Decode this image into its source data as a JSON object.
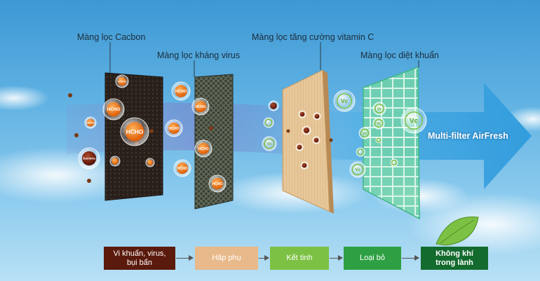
{
  "labels": {
    "carbon_filter": "Màng lọc Cacbon",
    "antivirus_filter": "Màng lọc kháng virus",
    "vitamin_filter": "Màng lọc tăng cường vitamin C",
    "antibacterial_filter": "Màng lọc diệt khuẩn"
  },
  "arrow_label": "Multi-filter AirFresh",
  "particles": {
    "hcho": "HCHO",
    "bacteria": "Bacteria",
    "vitamin": "Vc"
  },
  "flow_steps": [
    {
      "line1": "Vi khuẩn, virus,",
      "line2": "bụi bẩn",
      "color": "#5a1a0c"
    },
    {
      "line1": "Hấp phụ",
      "line2": "",
      "color": "#e8b98a"
    },
    {
      "line1": "Kết tinh",
      "line2": "",
      "color": "#7cc143"
    },
    {
      "line1": "Loại bỏ",
      "line2": "",
      "color": "#2ea043"
    },
    {
      "line1": "Không khí",
      "line2": "trong lành",
      "color": "#136b2e"
    }
  ],
  "colors": {
    "sky_top": "#3d98d4",
    "carbon": "#2a211c",
    "antivirus": "#3c4237",
    "vitamin": "#e7c79a",
    "antibacterial": "#6fd2a8",
    "hcho_particle": "#f07d14",
    "bacteria_particle": "#7a1f10",
    "leaf": "#7cc143"
  }
}
